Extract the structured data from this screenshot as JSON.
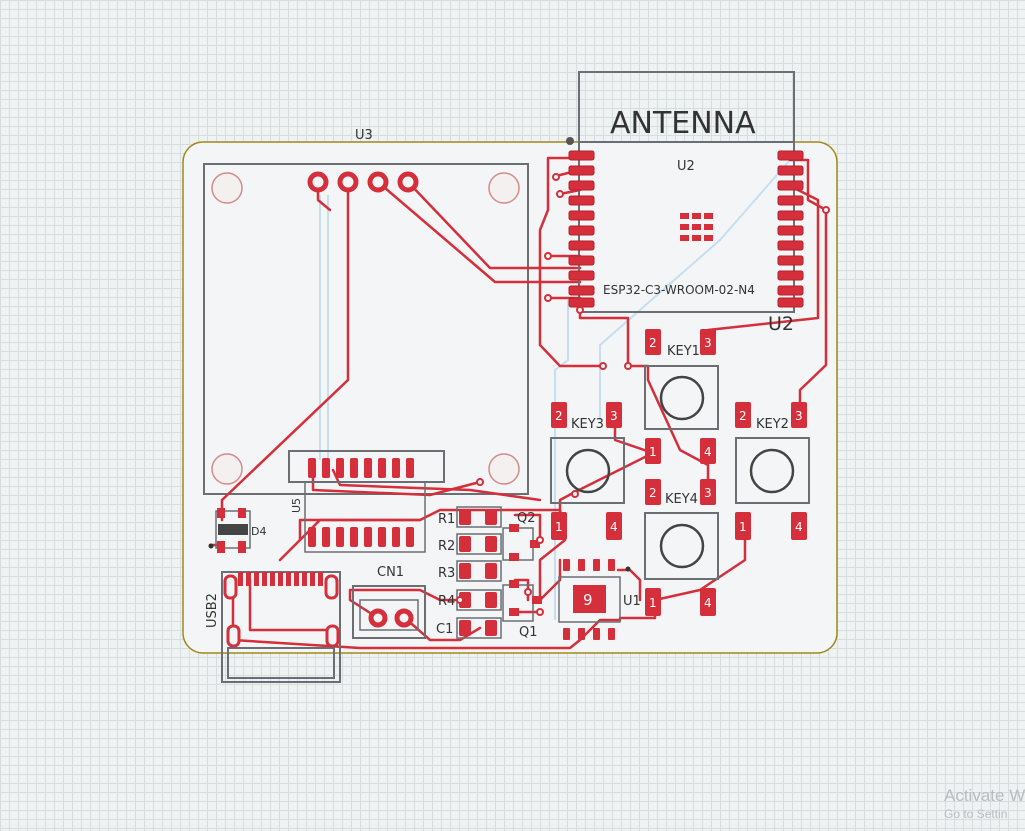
{
  "board": {
    "components": {
      "u3": "U3",
      "u2_top": "U2",
      "u2_bottom": "U2",
      "module_name": "ESP32-C3-WROOM-02-N4",
      "antenna": "ANTENNA",
      "key1": "KEY1",
      "key2": "KEY2",
      "key3": "KEY3",
      "key4": "KEY4",
      "u5": "U5",
      "d4": "D4",
      "usb2": "USB2",
      "cn1": "CN1",
      "r1": "R1",
      "r2": "R2",
      "r3": "R3",
      "r4": "R4",
      "c1": "C1",
      "q1": "Q1",
      "q2": "Q2",
      "u1": "U1",
      "u1_pad": "9"
    },
    "pad_numbers": {
      "one": "1",
      "two": "2",
      "three": "3",
      "four": "4"
    },
    "colors": {
      "copper": "#d42f3a",
      "outline": "#a08a17",
      "silkscreen": "#6b6f73",
      "background": "#eef2f3"
    }
  },
  "watermark": {
    "line1": "Activate W",
    "line2": "Go to Settin"
  }
}
